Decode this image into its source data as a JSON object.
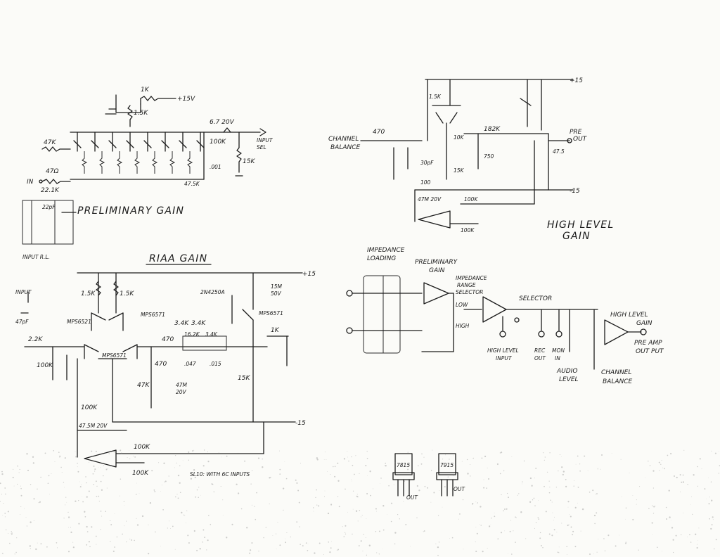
{
  "sections": {
    "preliminary_gain": "PRELIMINARY GAIN",
    "riaa_gain": "RIAA GAIN",
    "high_level_gain": [
      "HIGH LEVEL",
      "GAIN"
    ]
  },
  "block": {
    "impedance_loading": [
      "IMPEDANCE",
      "LOADING"
    ],
    "preliminary_gain": [
      "PRELIMINARY",
      "GAIN"
    ],
    "impedance_range_selector": [
      "IMPEDANCE",
      "RANGE",
      "SELECTOR"
    ],
    "selector": "SELECTOR",
    "low": "LOW",
    "high": "HIGH",
    "high_level_input": [
      "HIGH LEVEL",
      "INPUT"
    ],
    "rec_out": [
      "REC",
      "OUT"
    ],
    "mon_in": [
      "MON",
      "IN"
    ],
    "audio_level": [
      "AUDIO",
      "LEVEL"
    ],
    "channel_balance": [
      "CHANNEL",
      "BALANCE"
    ],
    "high_level_gain": [
      "HIGH LEVEL",
      "GAIN"
    ],
    "preamp_output": [
      "PRE AMP",
      "OUT PUT"
    ]
  },
  "prelim_labels": {
    "r1": "1K",
    "v1": "+15V",
    "r2": "1.5K",
    "r3": "47K",
    "in": "IN",
    "r4": "22.1K",
    "r5": "47Ω",
    "cap": "6.7 20V",
    "r6": "100K",
    "r7": "15K",
    "input_sel": [
      "INPUT",
      "SEL"
    ],
    "c1": "22pF",
    "c2": ".001",
    "r8": "47.5K",
    "input_ref": "INPUT R.L."
  },
  "riaa_labels": {
    "v_pos": "+15",
    "v_neg": "-15",
    "q1": "2N4250A",
    "q2": "MPS6571",
    "q3": "MPS6571",
    "q4": "MPS6571",
    "q5": "MPS6521",
    "r1": "1.5K",
    "r2": "1.5K",
    "r3": "2.2K",
    "r4": "100K",
    "r5": "470",
    "r6": "47K",
    "r7": "470",
    "r8": "3.4K",
    "r9": "3.4K",
    "r10": "16.2K",
    "r11": "3.4K",
    "r12": "1K",
    "r13": "15K",
    "r14": "100K",
    "c1": "15M",
    "c2": "50V",
    "c3": ".047",
    "c4": ".015",
    "c5": "47M",
    "c6": "20V",
    "r15": "100K",
    "fb": "47.5M 20V",
    "input": "INPUT",
    "cap_in": "47pF",
    "r16": "100K",
    "note": "SL10: WITH 6C INPUTS",
    "r_low": "100K"
  },
  "hl_labels": {
    "v_pos": "+15",
    "v_neg": "-15",
    "channel_balance": [
      "CHANNEL",
      "BALANCE"
    ],
    "r1": "470",
    "r2": "10K",
    "r3": "1.5K",
    "r4": "182K",
    "r5": "750",
    "r6": "15K",
    "r7": "100",
    "r8": "47.5",
    "r9": "100K",
    "r10": "100K",
    "c1": "30pF",
    "c2": "47M 20V",
    "pre_out": [
      "PRE",
      "OUT"
    ]
  },
  "regulators": {
    "left": "7815",
    "right": "7915",
    "left_out": "OUT",
    "right_out": "OUT"
  }
}
